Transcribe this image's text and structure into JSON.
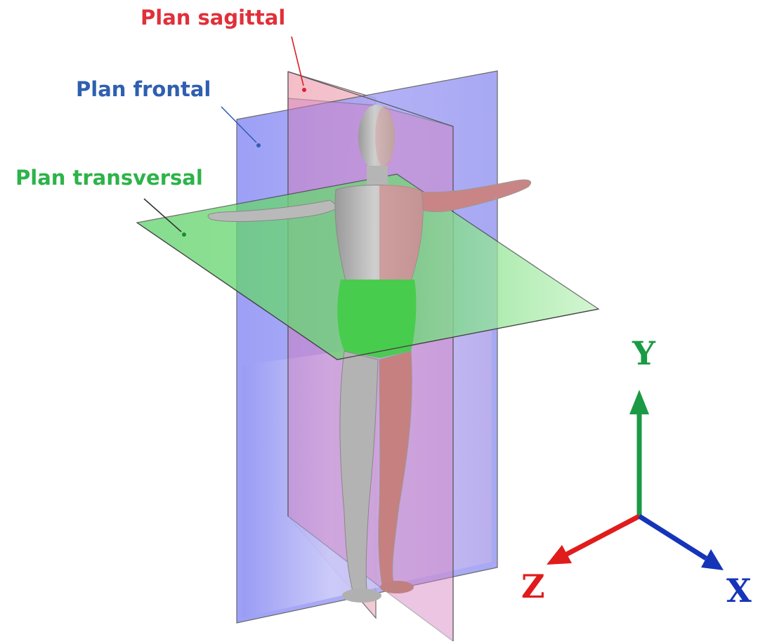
{
  "labels": {
    "sagittal": "Plan sagittal",
    "frontal": "Plan frontal",
    "transversal": "Plan transversal"
  },
  "axes": {
    "y": "Y",
    "z": "Z",
    "x": "X"
  },
  "colors": {
    "sagittal": "#e0303a",
    "frontal": "#2f5fb0",
    "transversal": "#2db34a",
    "axis_y": "#1a9a45",
    "axis_z": "#e01c1c",
    "axis_x": "#1534b8"
  }
}
